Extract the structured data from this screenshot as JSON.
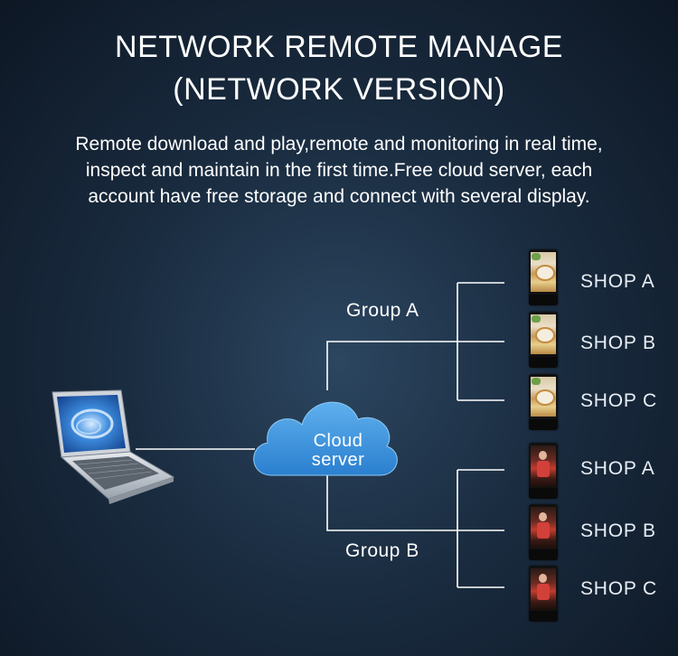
{
  "title": {
    "line1": "NETWORK REMOTE MANAGE",
    "line2": "(NETWORK VERSION)"
  },
  "description": {
    "line1": "Remote download and play,remote and monitoring in real time,",
    "line2": "inspect and maintain in the first time.Free cloud server, each",
    "line3": "account have free storage and connect with several display."
  },
  "cloud": {
    "line1": "Cloud",
    "line2": "server",
    "color": "#3a8fd6"
  },
  "groups": [
    {
      "label": "Group A",
      "shops": [
        "SHOP A",
        "SHOP B",
        "SHOP C"
      ]
    },
    {
      "label": "Group B",
      "shops": [
        "SHOP A",
        "SHOP B",
        "SHOP C"
      ]
    }
  ],
  "colors": {
    "background": "#1a2c40",
    "line": "#ffffff",
    "text": "#ffffff"
  }
}
